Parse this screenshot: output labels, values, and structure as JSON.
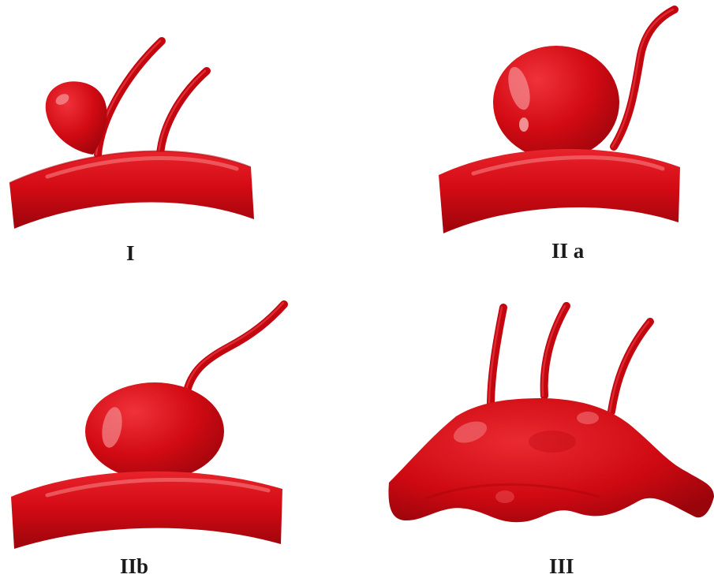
{
  "panels": [
    {
      "id": "type-1",
      "label": "I"
    },
    {
      "id": "type-2a",
      "label": "II a"
    },
    {
      "id": "type-2b",
      "label": "IIb"
    },
    {
      "id": "type-3",
      "label": "III"
    }
  ],
  "colors": {
    "vessel": "#d40b14",
    "vessel_dark": "#a8050c",
    "highlight": "#f06a6f",
    "background": "#ffffff",
    "label_text": "#1a1a1a"
  }
}
